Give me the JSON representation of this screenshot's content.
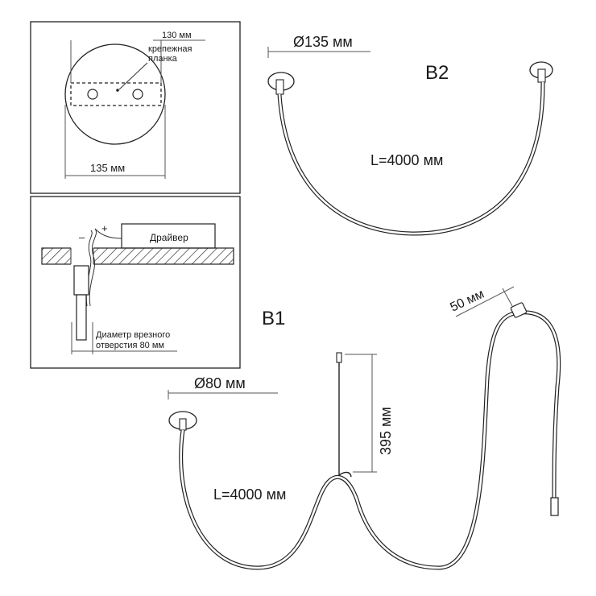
{
  "panel_top": {
    "dim_130": "130 мм",
    "plate_label_1": "крепежная",
    "plate_label_2": "планка",
    "dim_135": "135 мм"
  },
  "panel_bottom": {
    "minus": "–",
    "plus": "+",
    "driver": "Драйвер",
    "hole_label_1": "Диаметр врезного",
    "hole_label_2": "отверстия 80 мм"
  },
  "b2": {
    "title": "B2",
    "diameter": "Ø135 мм",
    "length": "L=4000 мм"
  },
  "b1": {
    "title": "B1",
    "diameter": "Ø80 мм",
    "length": "L=4000 мм",
    "height": "395 мм",
    "end_dim": "50 мм"
  }
}
